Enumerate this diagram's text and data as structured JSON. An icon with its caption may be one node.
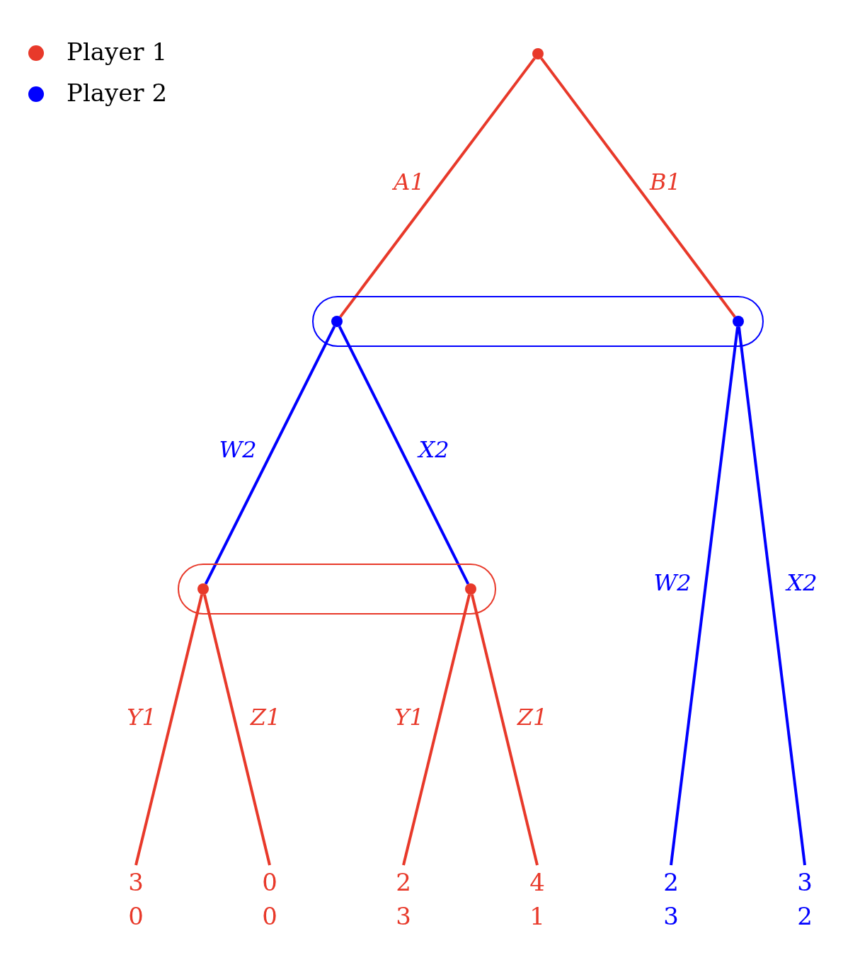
{
  "diagram": {
    "nodes": [
      {
        "text": [],
        "shape": "circle"
      },
      {
        "text": [],
        "shape": "box"
      },
      {
        "text": [],
        "shape": "circle",
        "in": 1
      },
      {
        "text": [],
        "shape": "circle",
        "in": 1
      },
      {
        "text": [],
        "shape": "box"
      },
      {
        "text": [],
        "shape": "circle",
        "in": 4
      },
      {
        "text": [],
        "shape": "circle",
        "in": 4
      },
      {
        "text": [
          "3",
          "0"
        ]
      },
      {
        "text": [
          "0",
          "0"
        ]
      },
      {
        "text": [
          "2",
          "3"
        ]
      },
      {
        "text": [
          "4",
          "1"
        ]
      },
      {
        "text": [
          "2",
          "3"
        ]
      },
      {
        "text": [
          "3",
          "2"
        ]
      }
    ],
    "edges": [
      {
        "from": 0,
        "to": 2,
        "arrow": "none",
        "label": "A1",
        "color": "#e8392a"
      },
      {
        "from": 0,
        "to": 3,
        "arrow": "none",
        "label": "B1",
        "color": "#e8392a"
      },
      {
        "from": 2,
        "to": 5,
        "arrow": "none",
        "label": "W2",
        "color": "#0000ff"
      },
      {
        "from": 2,
        "to": 6,
        "arrow": "none",
        "label": "X2",
        "color": "#0000ff"
      },
      {
        "from": 3,
        "to": 11,
        "arrow": "none",
        "label": "W2",
        "color": "#0000ff"
      },
      {
        "from": 3,
        "to": 12,
        "arrow": "none",
        "label": "X2",
        "color": "#0000ff"
      },
      {
        "from": 5,
        "to": 7,
        "arrow": "none",
        "label": "Y1",
        "color": "#e8392a"
      },
      {
        "from": 5,
        "to": 8,
        "arrow": "none",
        "label": "Z1",
        "color": "#e8392a"
      },
      {
        "from": 6,
        "to": 9,
        "arrow": "none",
        "label": "Y1",
        "color": "#e8392a"
      },
      {
        "from": 6,
        "to": 10,
        "arrow": "none",
        "label": "Z1",
        "color": "#e8392a"
      }
    ],
    "legend": [
      {
        "text": "Player 1",
        "color": "#e8392a"
      },
      {
        "text": "Player 2",
        "color": "#0000ff"
      }
    ]
  }
}
